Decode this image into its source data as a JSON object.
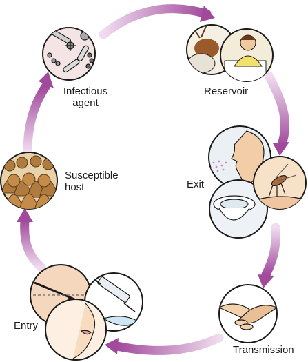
{
  "stages": {
    "infectious_agent": {
      "label": "Infectious\nagent"
    },
    "reservoir": {
      "label": "Reservoir"
    },
    "exit": {
      "label": "Exit"
    },
    "transmission": {
      "label": "Transmission"
    },
    "entry": {
      "label": "Entry"
    },
    "susceptible_host": {
      "label": "Susceptible\nhost"
    }
  },
  "colors": {
    "arrow_dark": "#a14a9c",
    "arrow_light": "#ecd6ec",
    "outline": "#1a1a1a"
  },
  "icons": {
    "infectious_agent": "microbes-icon",
    "reservoir": "deer-cow-patient-icon",
    "exit": "cough-toilet-mosquito-icon",
    "transmission": "handshake-icon",
    "entry": "scalpel-syringe-mouth-icon",
    "susceptible_host": "crowd-icon"
  }
}
